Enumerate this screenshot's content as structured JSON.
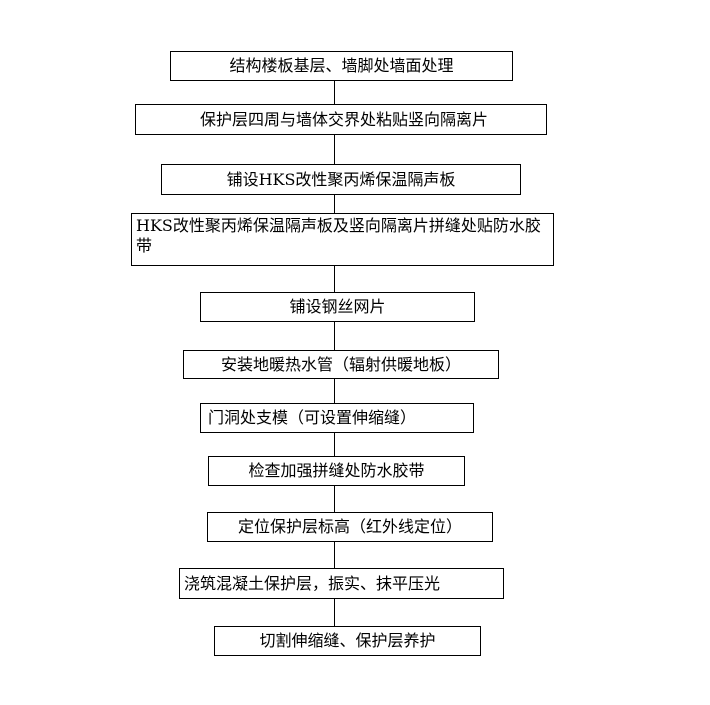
{
  "steps": [
    "结构楼板基层、墙脚处墙面处理",
    "保护层四周与墙体交界处粘贴竖向隔离片",
    "铺设HKS改性聚丙烯保温隔声板",
    "HKS改性聚丙烯保温隔声板及竖向隔离片拼缝处贴防水胶带",
    "铺设钢丝网片",
    "安装地暖热水管（辐射供暖地板）",
    "门洞处支模（可设置伸缩缝）",
    "检查加强拼缝处防水胶带",
    "定位保护层标高（红外线定位）",
    "浇筑混凝土保护层，振实、抹平压光",
    "切割伸缩缝、保护层养护"
  ]
}
